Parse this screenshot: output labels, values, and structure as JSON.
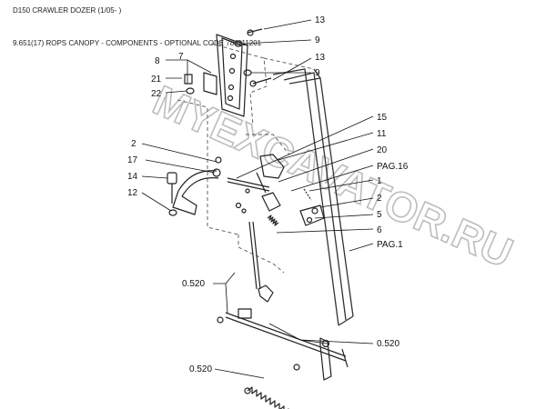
{
  "header": {
    "title": "D150 CRAWLER DOZER (1/05- )",
    "subtitle": "9.651(17) ROPS CANOPY - COMPONENTS - OPTIONAL CODE 784111201"
  },
  "watermark": "MYEXCAVATOR.RU",
  "callouts": {
    "c13a": "13",
    "c9a": "9",
    "c8": "8",
    "c7": "7",
    "c13b": "13",
    "c9b": "9",
    "c21": "21",
    "c22": "22",
    "c15": "15",
    "c11": "11",
    "c20": "20",
    "c2a": "2",
    "c17": "17",
    "cpag16": "PAG.16",
    "c14": "14",
    "c1": "1",
    "c12": "12",
    "c2b": "2",
    "c5": "5",
    "c6": "6",
    "cpag1": "PAG.1",
    "c0520a": "0.520",
    "c0520b": "0.520",
    "c0520c": "0.520"
  }
}
